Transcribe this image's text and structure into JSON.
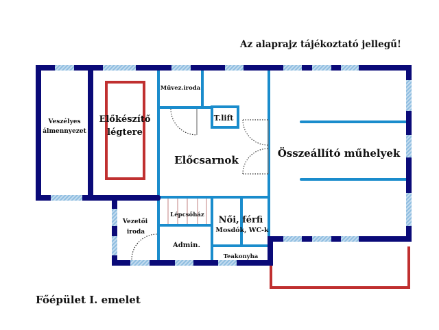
{
  "notice": "Az alaprajz tájékoztató jellegű!",
  "floor_title": "Főépület I. emelet",
  "rooms": {
    "veszelyes_1": "Veszélyes",
    "veszelyes_2": "álmennyezet",
    "elokeszito_1": "Előkészítő",
    "elokeszito_2": "légtere",
    "muvez": "Művez.iroda",
    "lift": "T.lift",
    "elocsarnok": "Előcsarnok",
    "osszeallito": "Összeállító műhelyek",
    "lepcsohaz": "Lépcsőház",
    "noi_ferfi": "Női, férfi",
    "mosdok": "Mosdók, WC-k",
    "vezetoi_1": "Vezetői",
    "vezetoi_2": "iroda",
    "admin": "Admin.",
    "teakonyha": "Teakonyha"
  },
  "colors": {
    "outer_wall": "#0a0a78",
    "inner_wall": "#1a8ccc",
    "window": "#a8cce8",
    "highlight": "#c03030"
  }
}
